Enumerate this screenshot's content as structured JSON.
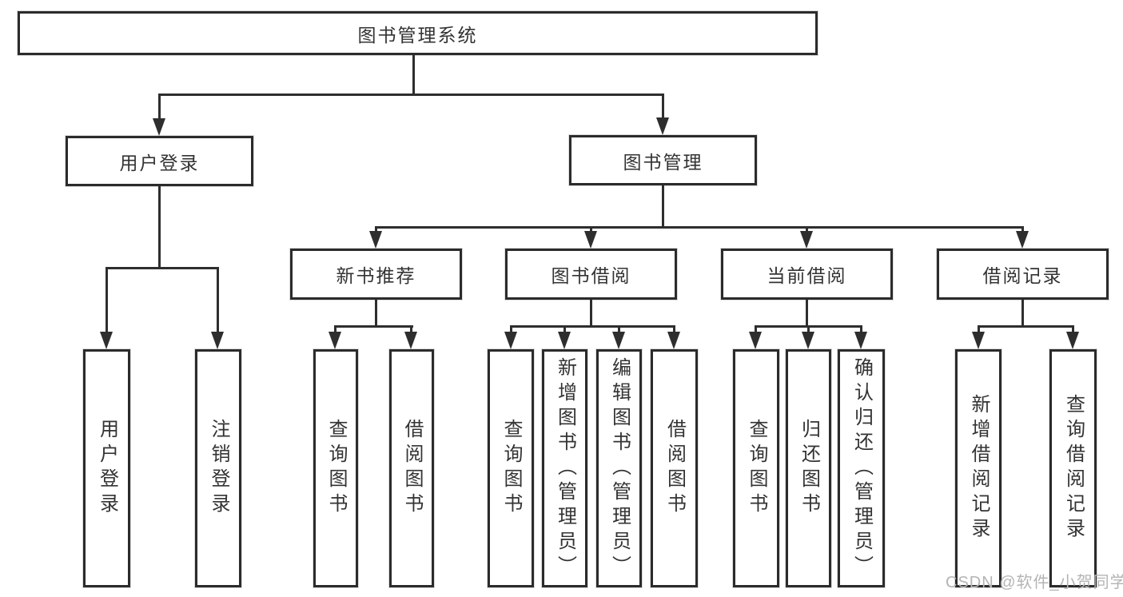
{
  "tree": {
    "label": "图书管理系统",
    "children": [
      {
        "label": "用户登录",
        "children": [
          {
            "label": "用户登录"
          },
          {
            "label": "注销登录"
          }
        ]
      },
      {
        "label": "图书管理",
        "children": [
          {
            "label": "新书推荐",
            "children": [
              {
                "label": "查询图书"
              },
              {
                "label": "借阅图书"
              }
            ]
          },
          {
            "label": "图书借阅",
            "children": [
              {
                "label": "查询图书"
              },
              {
                "label": "新增图书（管理员）"
              },
              {
                "label": "编辑图书（管理员）"
              },
              {
                "label": "借阅图书"
              }
            ]
          },
          {
            "label": "当前借阅",
            "children": [
              {
                "label": "查询图书"
              },
              {
                "label": "归还图书"
              },
              {
                "label": "确认归还（管理员）"
              }
            ]
          },
          {
            "label": "借阅记录",
            "children": [
              {
                "label": "新增借阅记录"
              },
              {
                "label": "查询借阅记录"
              }
            ]
          }
        ]
      }
    ]
  },
  "watermark": "CSDN @软件_小贺同学",
  "colors": {
    "line": "#2e2e2e",
    "box_border": "#2b2b2b",
    "text": "#333333",
    "watermark": "#b4b4b4",
    "background": "#ffffff"
  }
}
